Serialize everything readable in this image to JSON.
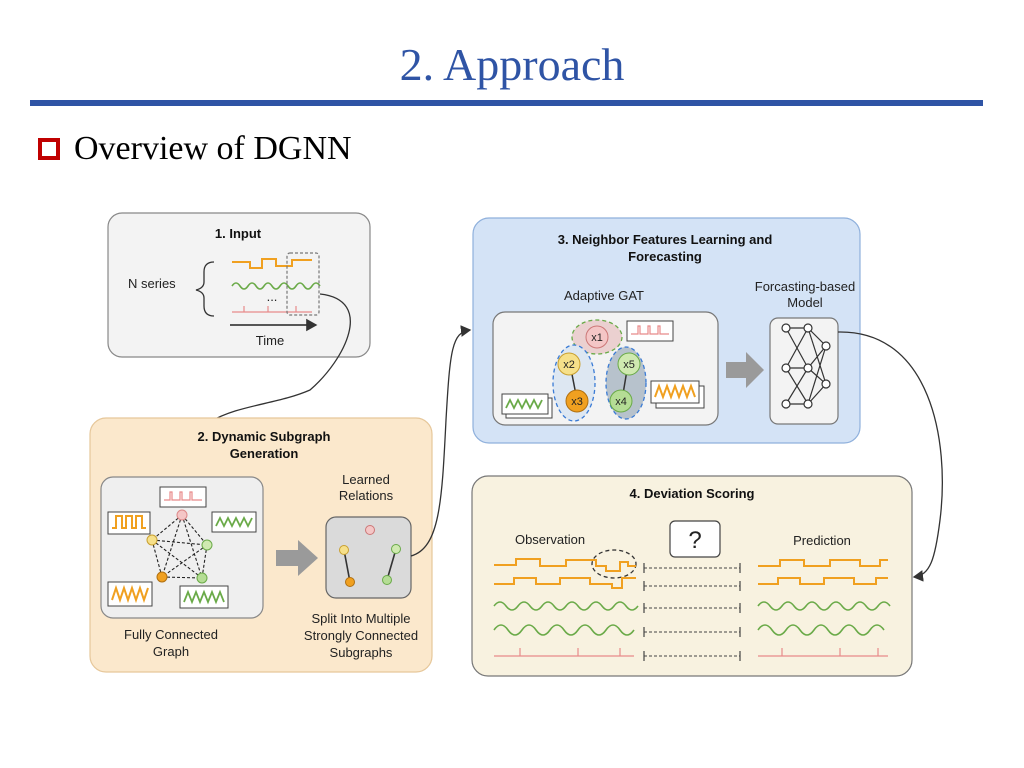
{
  "slide": {
    "title": "2. Approach",
    "bullet_label": "Overview of DGNN",
    "accent_color": "#2f54a5",
    "bullet_color": "#c00000"
  },
  "diagram": {
    "input": {
      "title": "1. Input",
      "n_series_label": "N series",
      "ellipsis": "...",
      "time_label": "Time"
    },
    "subgraph": {
      "title_line1": "2. Dynamic Subgraph",
      "title_line2": "Generation",
      "learned_line1": "Learned",
      "learned_line2": "Relations",
      "fully_line1": "Fully Connected",
      "fully_line2": "Graph",
      "split_line1": "Split Into Multiple",
      "split_line2": "Strongly Connected",
      "split_line3": "Subgraphs"
    },
    "neighbor": {
      "title_line1": "3. Neighbor Features Learning and",
      "title_line2": "Forecasting",
      "gat_label": "Adaptive GAT",
      "model_line1": "Forcasting-based",
      "model_line2": "Model",
      "nodes": [
        "x1",
        "x2",
        "x3",
        "x4",
        "x5"
      ]
    },
    "scoring": {
      "title": "4. Deviation Scoring",
      "observation_label": "Observation",
      "prediction_label": "Prediction",
      "question_mark": "?"
    },
    "colors": {
      "orange": "#f0a020",
      "green": "#6aaa48",
      "pink": "#e88a8a",
      "blue_panel": "#d4e3f6",
      "cream_panel": "#f8f2e0",
      "orange_panel": "#fbe8cc"
    }
  }
}
